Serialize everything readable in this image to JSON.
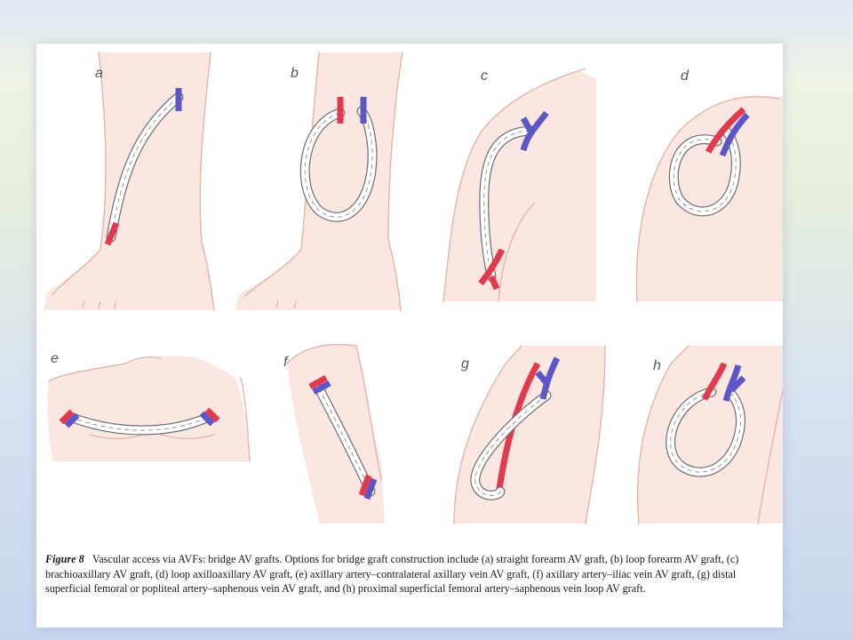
{
  "panel_labels": {
    "a": "a",
    "b": "b",
    "c": "c",
    "d": "d",
    "e": "e",
    "f": "f",
    "g": "g",
    "h": "h"
  },
  "caption": {
    "figure_label": "Figure 8",
    "text": "Vascular access via AVFs: bridge AV grafts. Options for bridge graft construction include (a) straight forearm AV graft, (b) loop forearm AV graft, (c) brachioaxillary AV graft, (d) loop axilloaxillary AV graft, (e) axillary artery–contralateral axillary vein AV graft, (f) axillary artery–iliac vein AV graft, (g) distal superficial femoral or popliteal artery–saphenous vein AV graft, and (h) proximal superficial femoral artery–saphenous vein loop AV graft."
  },
  "colors": {
    "skin": "#fbe7e2",
    "outline": "#e2b4aa",
    "artery": "#e23a4c",
    "vein": "#5c57c6",
    "graft_fill": "#ffffff",
    "graft_edge": "#6e6e6e"
  }
}
